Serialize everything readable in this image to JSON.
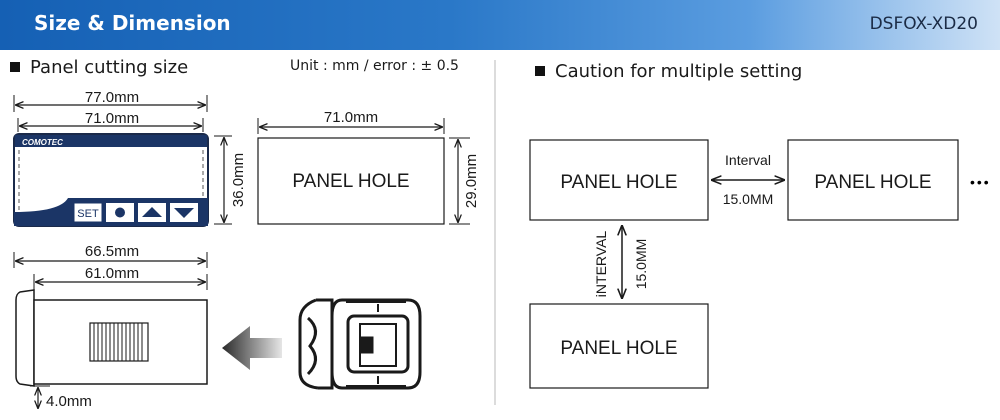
{
  "header": {
    "title": "Size & Dimension",
    "model": "DSFOX-XD20"
  },
  "left": {
    "section_title": "Panel cutting size",
    "unit_note": "Unit : mm / error : ± 0.5",
    "device": {
      "brand": "COMOTEC",
      "set_label": "SET"
    },
    "dims": {
      "width_outer": "77.0mm",
      "width_inner": "71.0mm",
      "height_front": "36.0mm",
      "hole_width": "71.0mm",
      "hole_height": "29.0mm",
      "depth_outer": "66.5mm",
      "depth_inner": "61.0mm",
      "bezel": "4.0mm"
    },
    "hole_label": "PANEL HOLE"
  },
  "right": {
    "section_title": "Caution for multiple setting",
    "hole_label": "PANEL HOLE",
    "interval_h_label": "Interval",
    "interval_h_value": "15.0MM",
    "interval_v_label": "iNTERVAL",
    "interval_v_value": "15.0MM",
    "ellipsis": "•••"
  }
}
